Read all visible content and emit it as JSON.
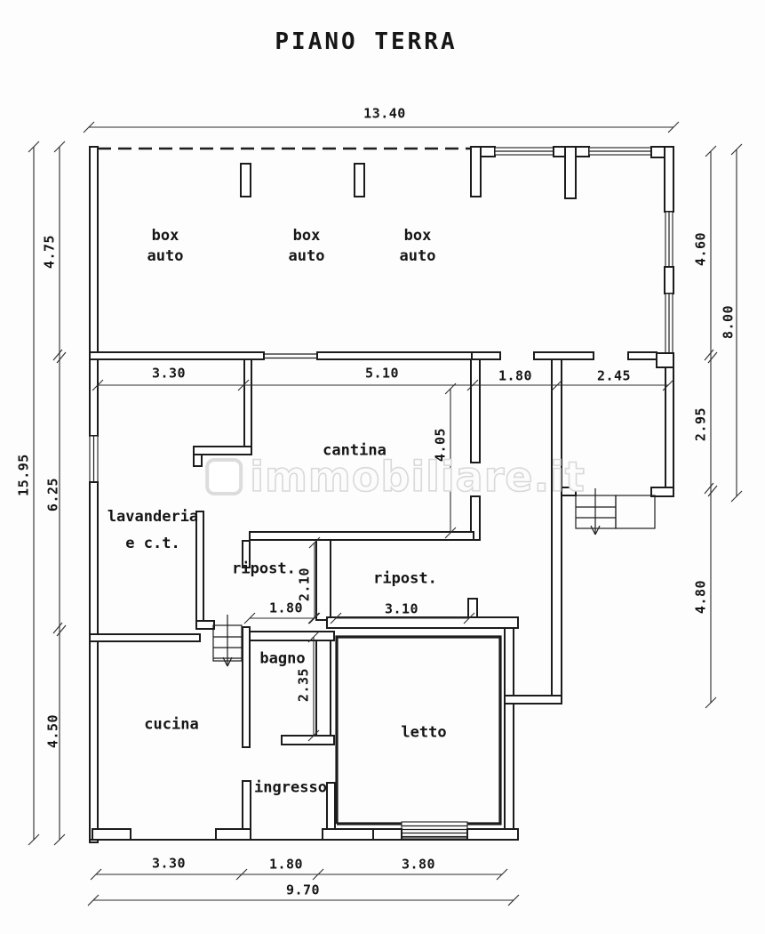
{
  "title": "PIANO TERRA",
  "watermark": {
    "text": "immobiliare.it"
  },
  "rooms": {
    "box_auto": {
      "line1": "box",
      "line2": "auto"
    },
    "cantina": "cantina",
    "lavanderia": {
      "line1": "lavanderia",
      "line2": "e c.t."
    },
    "ripostiglio_left": "ripost.",
    "ripostiglio_right": "ripost.",
    "bagno": "bagno",
    "cucina": "cucina",
    "letto": "letto",
    "ingresso": "ingresso"
  },
  "dimensions": {
    "overall_top_width": "13.40",
    "left_garage_height": "4.75",
    "left_middle_height": "6.25",
    "left_overall_height": "15.95",
    "left_bottom_height": "4.50",
    "right_garage_height": "4.60",
    "right_upper_height": "8.00",
    "right_stair_room_height": "2.95",
    "right_lower_height": "4.80",
    "lavanderia_width": "3.30",
    "cantina_width": "5.10",
    "corridor_width": "1.80",
    "stair_room_width": "2.45",
    "cantina_depth": "4.05",
    "ripostiglio_left_depth": "2.10",
    "ripostiglio_left_width": "1.80",
    "ripostiglio_right_width": "3.10",
    "bagno_depth": "2.35",
    "bottom_cucina_width": "3.30",
    "bottom_ingresso_width": "1.80",
    "bottom_letto_width": "3.80",
    "bottom_overall_width": "9.70"
  }
}
